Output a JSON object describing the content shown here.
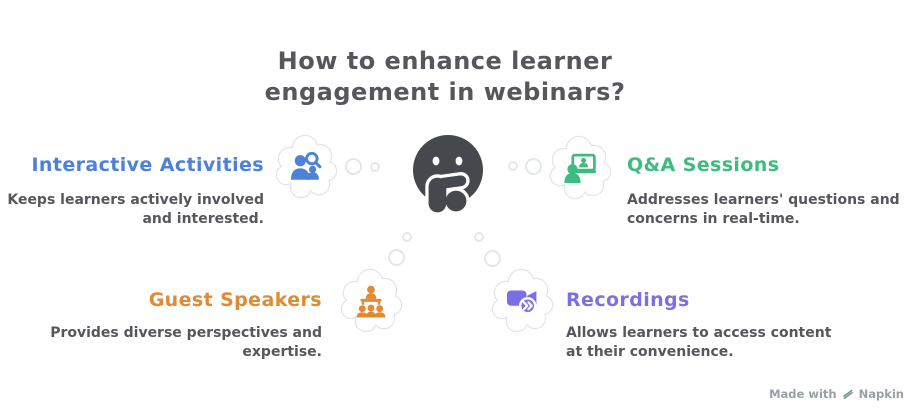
{
  "title": {
    "text": "How to enhance learner\nengagement in webinars?"
  },
  "center": {
    "icon": "thinking-face-emoji"
  },
  "sections": [
    {
      "label": "Interactive Activities",
      "description": "Keeps learners actively involved\nand interested.",
      "color": "#4D80D9",
      "icon": "people-search-icon"
    },
    {
      "label": "Q&A Sessions",
      "description": "Addresses learners' questions and\nconcerns in real-time.",
      "color": "#3CBC80",
      "icon": "presenter-screen-icon"
    },
    {
      "label": "Guest Speakers",
      "description": "Provides diverse perspectives and\nexpertise.",
      "color": "#E08A33",
      "icon": "speaker-audience-icon"
    },
    {
      "label": "Recordings",
      "description": "Allows learners to access content\nat their convenience.",
      "color": "#7B6FE6",
      "icon": "video-camera-icon"
    }
  ],
  "watermark": {
    "prefix": "Made with",
    "brand": "Napkin",
    "icon": "napkin-logo-icon"
  },
  "colors": {
    "title_text": "#55575C",
    "body_text": "#55575C",
    "face": "#45484D",
    "cloud_border": "#E4E7EA",
    "watermark_text": "#999FA6"
  }
}
